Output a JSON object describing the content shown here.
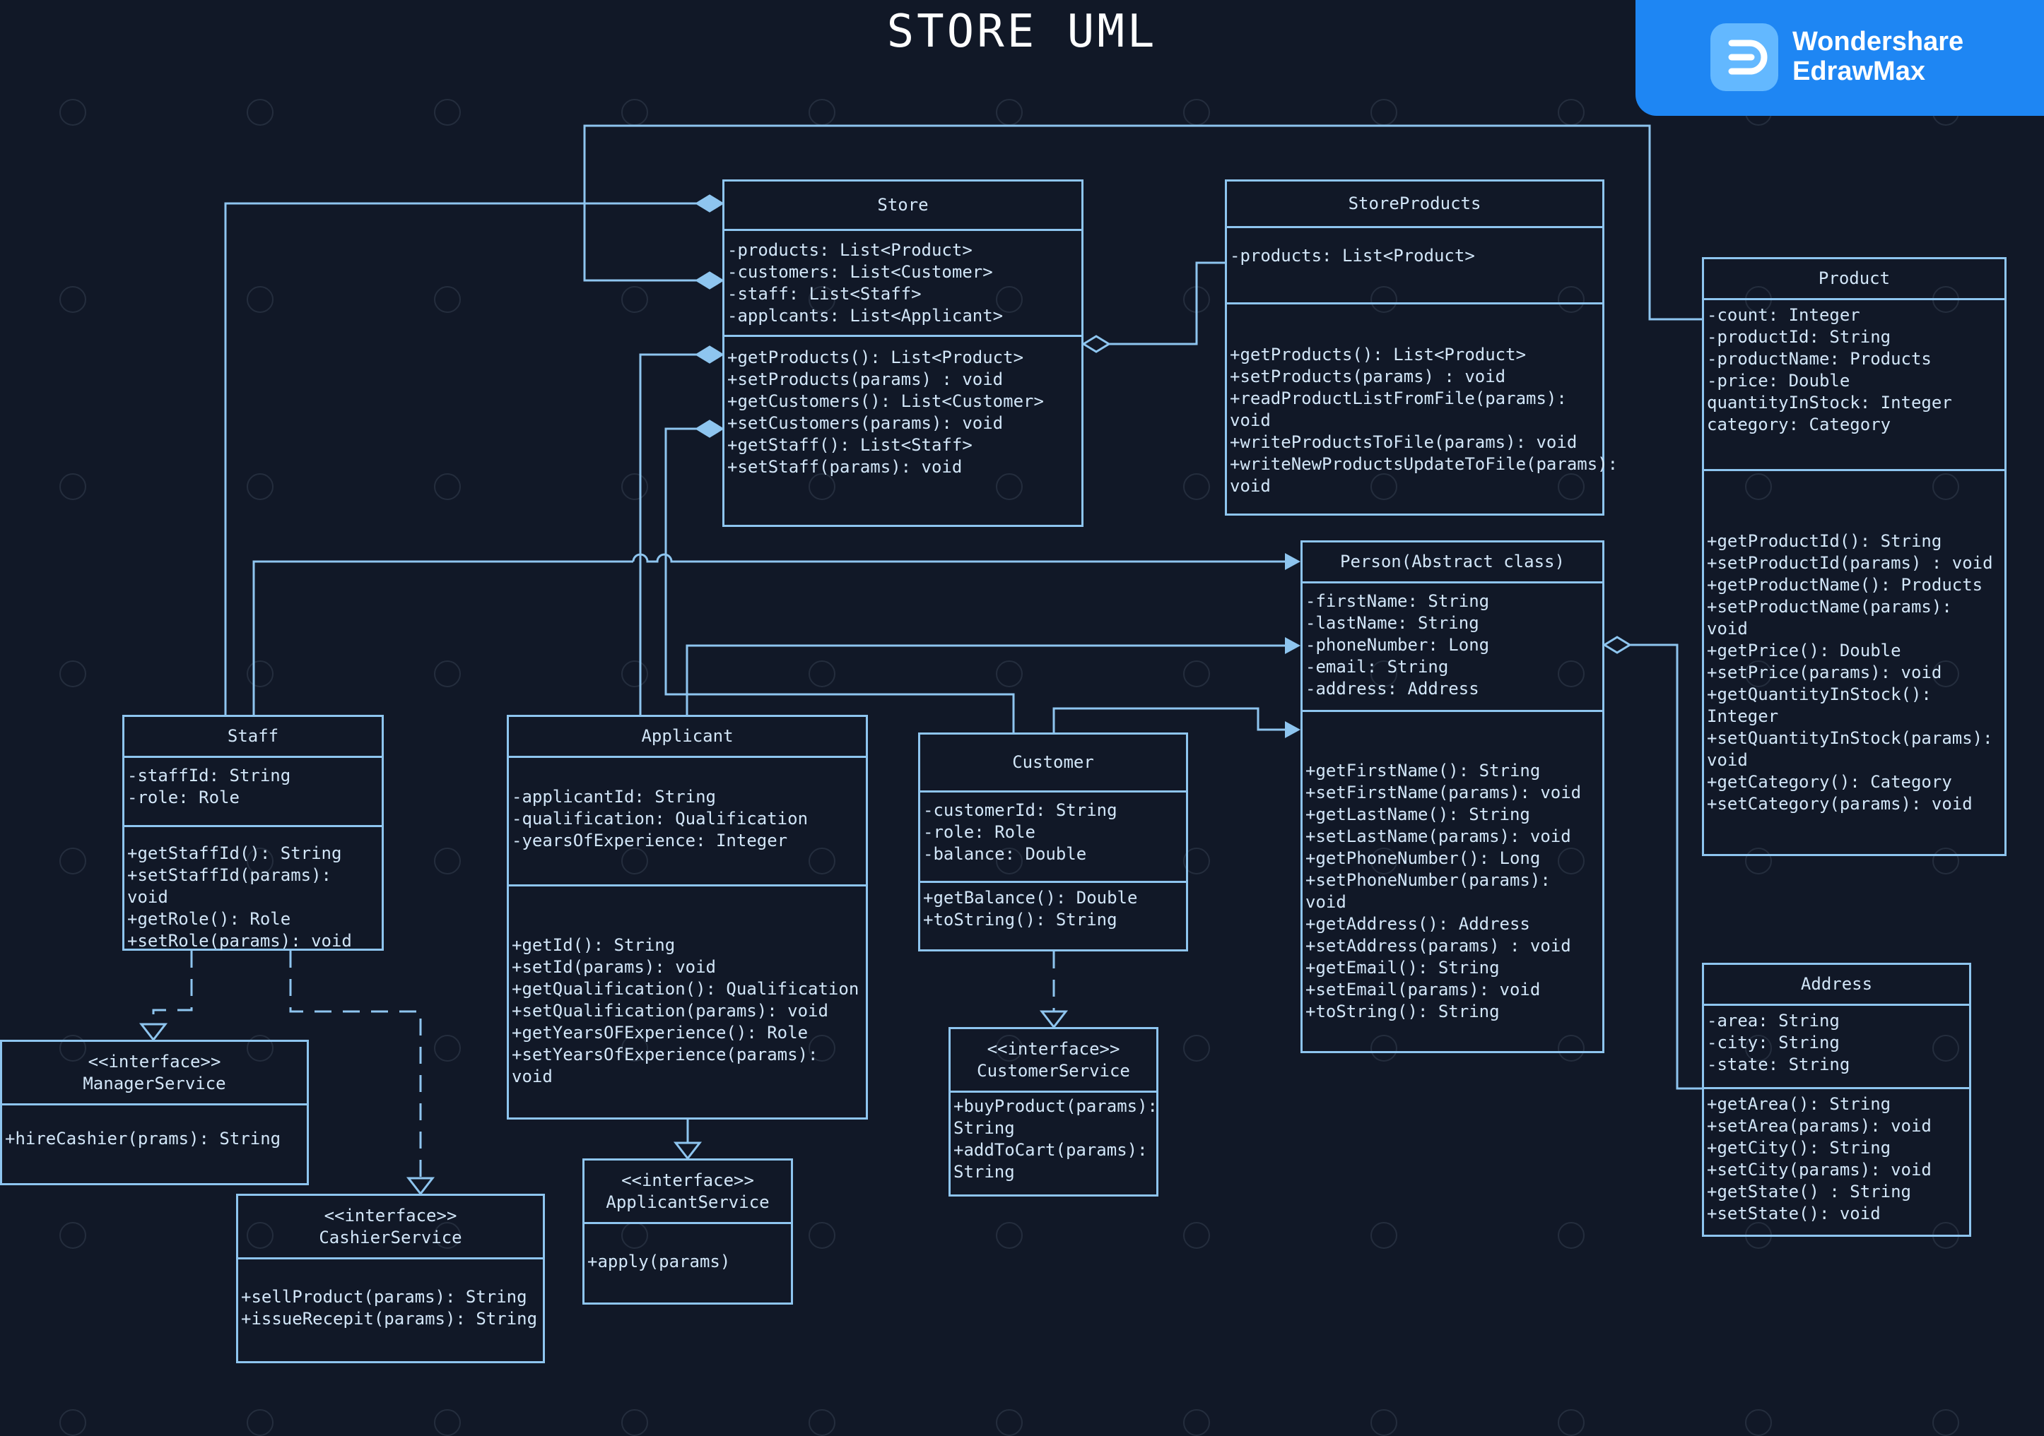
{
  "title": "STORE UML",
  "brand": {
    "line1": "Wondershare",
    "line2": "EdrawMax"
  },
  "colors": {
    "background": "#111827",
    "line": "#8ec5ef",
    "text": "#d2e6f8",
    "brand": "#1e86f3"
  },
  "classes": {
    "store": {
      "name": "Store",
      "attributes": [
        "-products: List<Product>",
        "-customers: List<Customer>",
        "-staff: List<Staff>",
        "-applcants: List<Applicant>"
      ],
      "methods": [
        "+getProducts(): List<Product>",
        "+setProducts(params) : void",
        "+getCustomers(): List<Customer>",
        "+setCustomers(params): void",
        "+getStaff(): List<Staff>",
        "+setStaff(params): void"
      ]
    },
    "storeproducts": {
      "name": "StoreProducts",
      "attributes": [
        "-products: List<Product>"
      ],
      "methods": [
        "+getProducts(): List<Product>",
        "+setProducts(params) : void",
        "+readProductListFromFile(params): void",
        "+writeProductsToFile(params): void",
        "+writeNewProductsUpdateToFile(params): void"
      ]
    },
    "product": {
      "name": "Product",
      "attributes": [
        "-count: Integer",
        "-productId: String",
        "-productName: Products",
        "-price: Double",
        "quantityInStock: Integer",
        "category: Category"
      ],
      "methods": [
        "+getProductId(): String",
        "+setProductId(params) : void",
        "+getProductName(): Products",
        "+setProductName(params): void",
        "+getPrice(): Double",
        "+setPrice(params): void",
        "+getQuantityInStock(): Integer",
        "+setQuantityInStock(params): void",
        "+getCategory(): Category",
        "+setCategory(params): void"
      ]
    },
    "person": {
      "name": "Person(Abstract class)",
      "attributes": [
        "-firstName: String",
        "-lastName: String",
        "-phoneNumber: Long",
        "-email: String",
        "-address: Address"
      ],
      "methods": [
        "+getFirstName(): String",
        "+setFirstName(params): void",
        "+getLastName(): String",
        "+setLastName(params): void",
        "+getPhoneNumber(): Long",
        "+setPhoneNumber(params): void",
        "+getAddress(): Address",
        "+setAddress(params) : void",
        "+getEmail(): String",
        "+setEmail(params): void",
        "+toString(): String"
      ]
    },
    "address": {
      "name": "Address",
      "attributes": [
        "-area: String",
        "-city: String",
        "-state: String"
      ],
      "methods": [
        "+getArea(): String",
        "+setArea(params): void",
        "+getCity(): String",
        "+setCity(params): void",
        "+getState() : String",
        "+setState(): void"
      ]
    },
    "staff": {
      "name": "Staff",
      "attributes": [
        "-staffId: String",
        "-role: Role"
      ],
      "methods": [
        "+getStaffId(): String",
        "+setStaffId(params): void",
        "+getRole(): Role",
        "+setRole(params): void"
      ]
    },
    "applicant": {
      "name": "Applicant",
      "attributes": [
        "-applicantId: String",
        "-qualification: Qualification",
        "-yearsOfExperience: Integer"
      ],
      "methods": [
        "+getId(): String",
        "+setId(params): void",
        "+getQualification(): Qualification",
        "+setQualification(params): void",
        "+getYearsOFExperience(): Role",
        "+setYearsOfExperience(params): void"
      ]
    },
    "customer": {
      "name": "Customer",
      "attributes": [
        "-customerId: String",
        "-role: Role",
        "-balance: Double"
      ],
      "methods": [
        "+getBalance(): Double",
        "+toString(): String"
      ]
    },
    "managerservice": {
      "name": "<<interface>>\nManagerService",
      "attributes": [],
      "methods": [
        "+hireCashier(prams): String"
      ]
    },
    "cashierservice": {
      "name": "<<interface>>\nCashierService",
      "attributes": [],
      "methods": [
        "+sellProduct(params): String",
        "+issueRecepit(params): String"
      ]
    },
    "applicantservice": {
      "name": "<<interface>>\nApplicantService",
      "attributes": [],
      "methods": [
        "+apply(params)"
      ]
    },
    "customerservice": {
      "name": "<<interface>>\nCustomerService",
      "attributes": [],
      "methods": [
        "+buyProduct(params):\nString",
        "+addToCart(params):\nString"
      ]
    }
  }
}
